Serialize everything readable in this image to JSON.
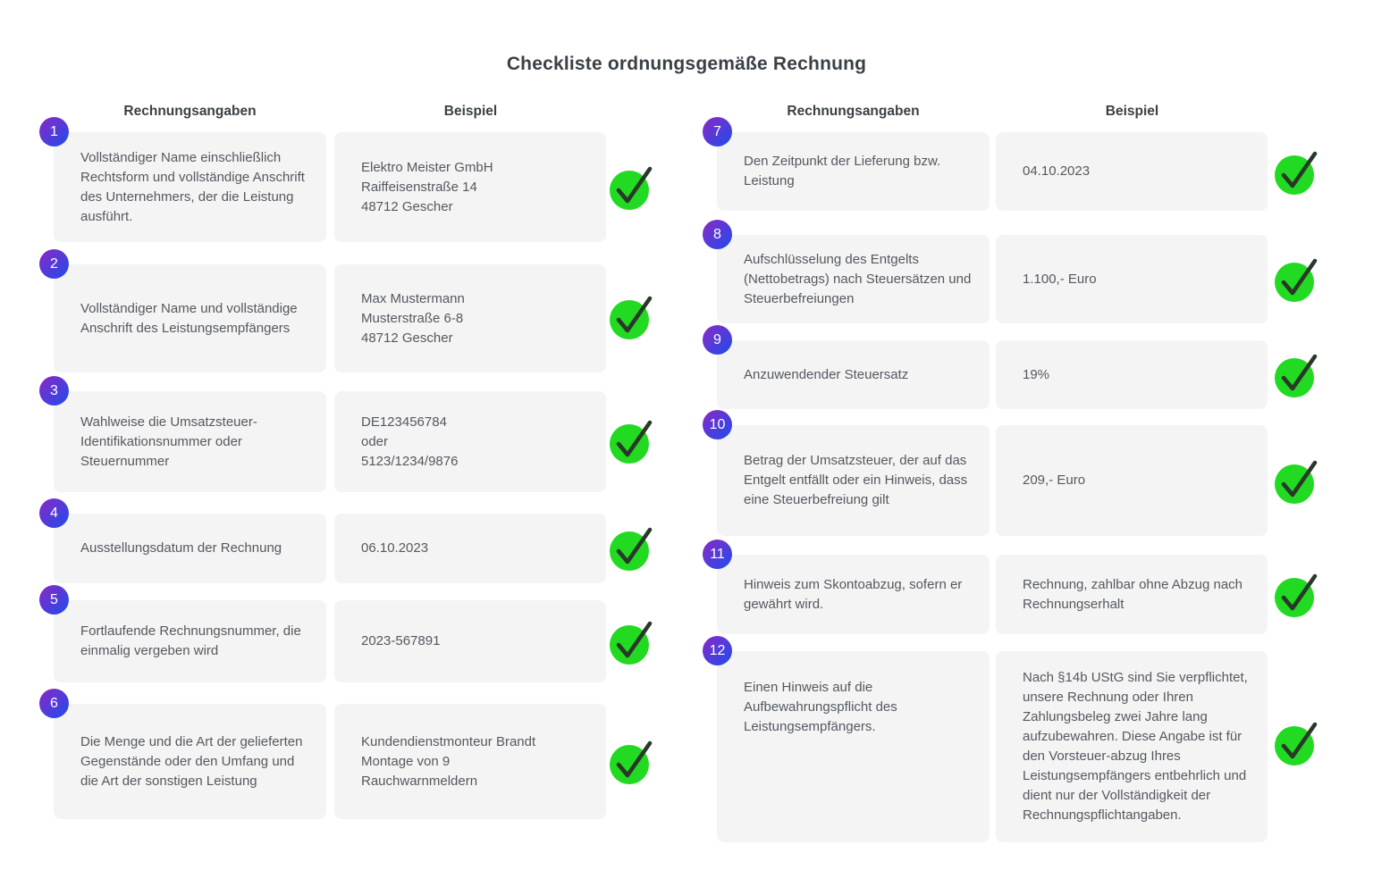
{
  "title": "Checkliste ordnungsgemäße Rechnung",
  "columns": [
    {
      "header_requirement": "Rechnungsangaben",
      "header_example": "Beispiel",
      "items": [
        {
          "number": "1",
          "requirement": "Vollständiger Name einschließlich Rechtsform und  vollständige Anschrift des Unternehmers, der die Leistung ausführt.",
          "example": "Elektro Meister GmbH\nRaiffeisenstraße 14\n48712 Gescher",
          "checked": true
        },
        {
          "number": "2",
          "requirement": "Vollständiger Name und vollständige Anschrift des Leistungsempfängers",
          "example": "Max Mustermann\nMusterstraße 6-8\n48712 Gescher",
          "checked": true
        },
        {
          "number": "3",
          "requirement": "Wahlweise die  Umsatzsteuer-Identifikationsnummer oder Steuernummer",
          "example": "DE123456784\noder\n5123/1234/9876",
          "checked": true
        },
        {
          "number": "4",
          "requirement": "Ausstellungsdatum der Rechnung",
          "example": "06.10.2023",
          "checked": true
        },
        {
          "number": "5",
          "requirement": "Fortlaufende Rechnungsnummer, die einmalig vergeben wird",
          "example": "2023-567891",
          "checked": true
        },
        {
          "number": "6",
          "requirement": "Die Menge und die Art der gelieferten Gegenstände oder den Umfang und die Art der sonstigen Leistung",
          "example": "Kundendienstmonteur Brandt\nMontage von 9\nRauchwarnmeldern",
          "checked": true
        }
      ]
    },
    {
      "header_requirement": "Rechnungsangaben",
      "header_example": "Beispiel",
      "items": [
        {
          "number": "7",
          "requirement": "Den Zeitpunkt der Lieferung bzw. Leistung",
          "example": "04.10.2023",
          "checked": true
        },
        {
          "number": "8",
          "requirement": "Aufschlüsselung des Entgelts (Nettobetrags) nach Steuersätzen und Steuerbefreiungen",
          "example": "1.100,- Euro",
          "checked": true
        },
        {
          "number": "9",
          "requirement": "Anzuwendender Steuersatz",
          "example": "19%",
          "checked": true
        },
        {
          "number": "10",
          "requirement": "Betrag der Umsatzsteuer, der auf das Entgelt entfällt oder ein Hinweis, dass eine Steuerbefreiung gilt",
          "example": "209,- Euro",
          "checked": true
        },
        {
          "number": "11",
          "requirement": "Hinweis zum Skontoabzug, sofern er gewährt wird.",
          "example": "Rechnung,  zahlbar ohne Abzug nach Rechnungserhalt",
          "checked": true
        },
        {
          "number": "12",
          "requirement": "Einen Hinweis auf die Aufbewahrungspflicht des Leistungsempfängers.",
          "example": "Nach §14b UStG sind Sie verpflichtet, unsere Rechnung oder Ihren Zahlungsbeleg zwei Jahre lang aufzubewahren. Diese Angabe ist für den Vorsteuer-abzug Ihres Leistungsempfängers entbehrlich und dient nur der Vollständigkeit der Rechnungspflichtangaben.",
          "checked": true
        }
      ]
    }
  ],
  "check_icon_name": "green-checkmark",
  "colors": {
    "badge_start": "#7b2ecb",
    "badge_end": "#2d47e6",
    "box_bg": "#f4f4f5",
    "text": "#54595e",
    "heading": "#3a4045",
    "check_green": "#21da21",
    "check_stroke": "#293829",
    "page_bg": "#ffffff"
  }
}
